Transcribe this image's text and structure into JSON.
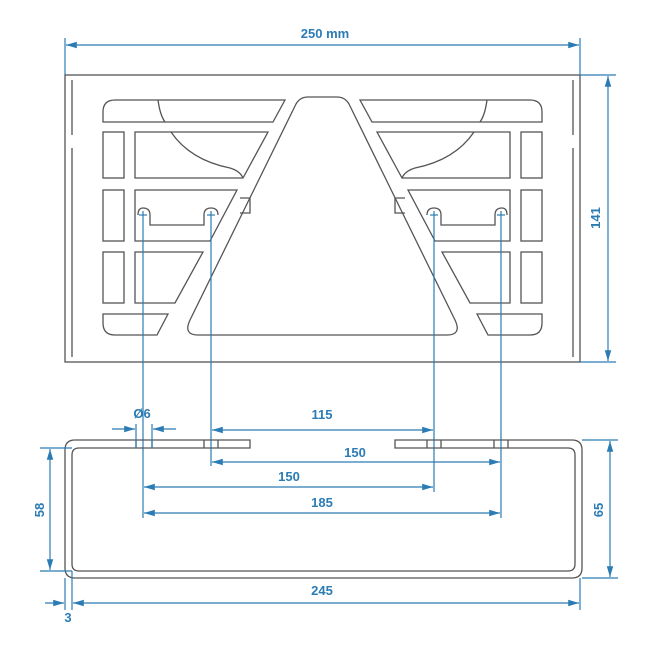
{
  "colors": {
    "dimension": "#2b7cb4",
    "outline": "#555555"
  },
  "dimensions": {
    "overall_width": "250 mm",
    "overall_height": "141",
    "hole_diameter": "Ø6",
    "inner_hole_spacing": "115",
    "spacing_right": "150",
    "spacing_left": "150",
    "outer_hole_spacing": "185",
    "bracket_inner_height": "58",
    "bracket_outer_height": "65",
    "bracket_inner_width": "245",
    "material_thickness": "3"
  }
}
